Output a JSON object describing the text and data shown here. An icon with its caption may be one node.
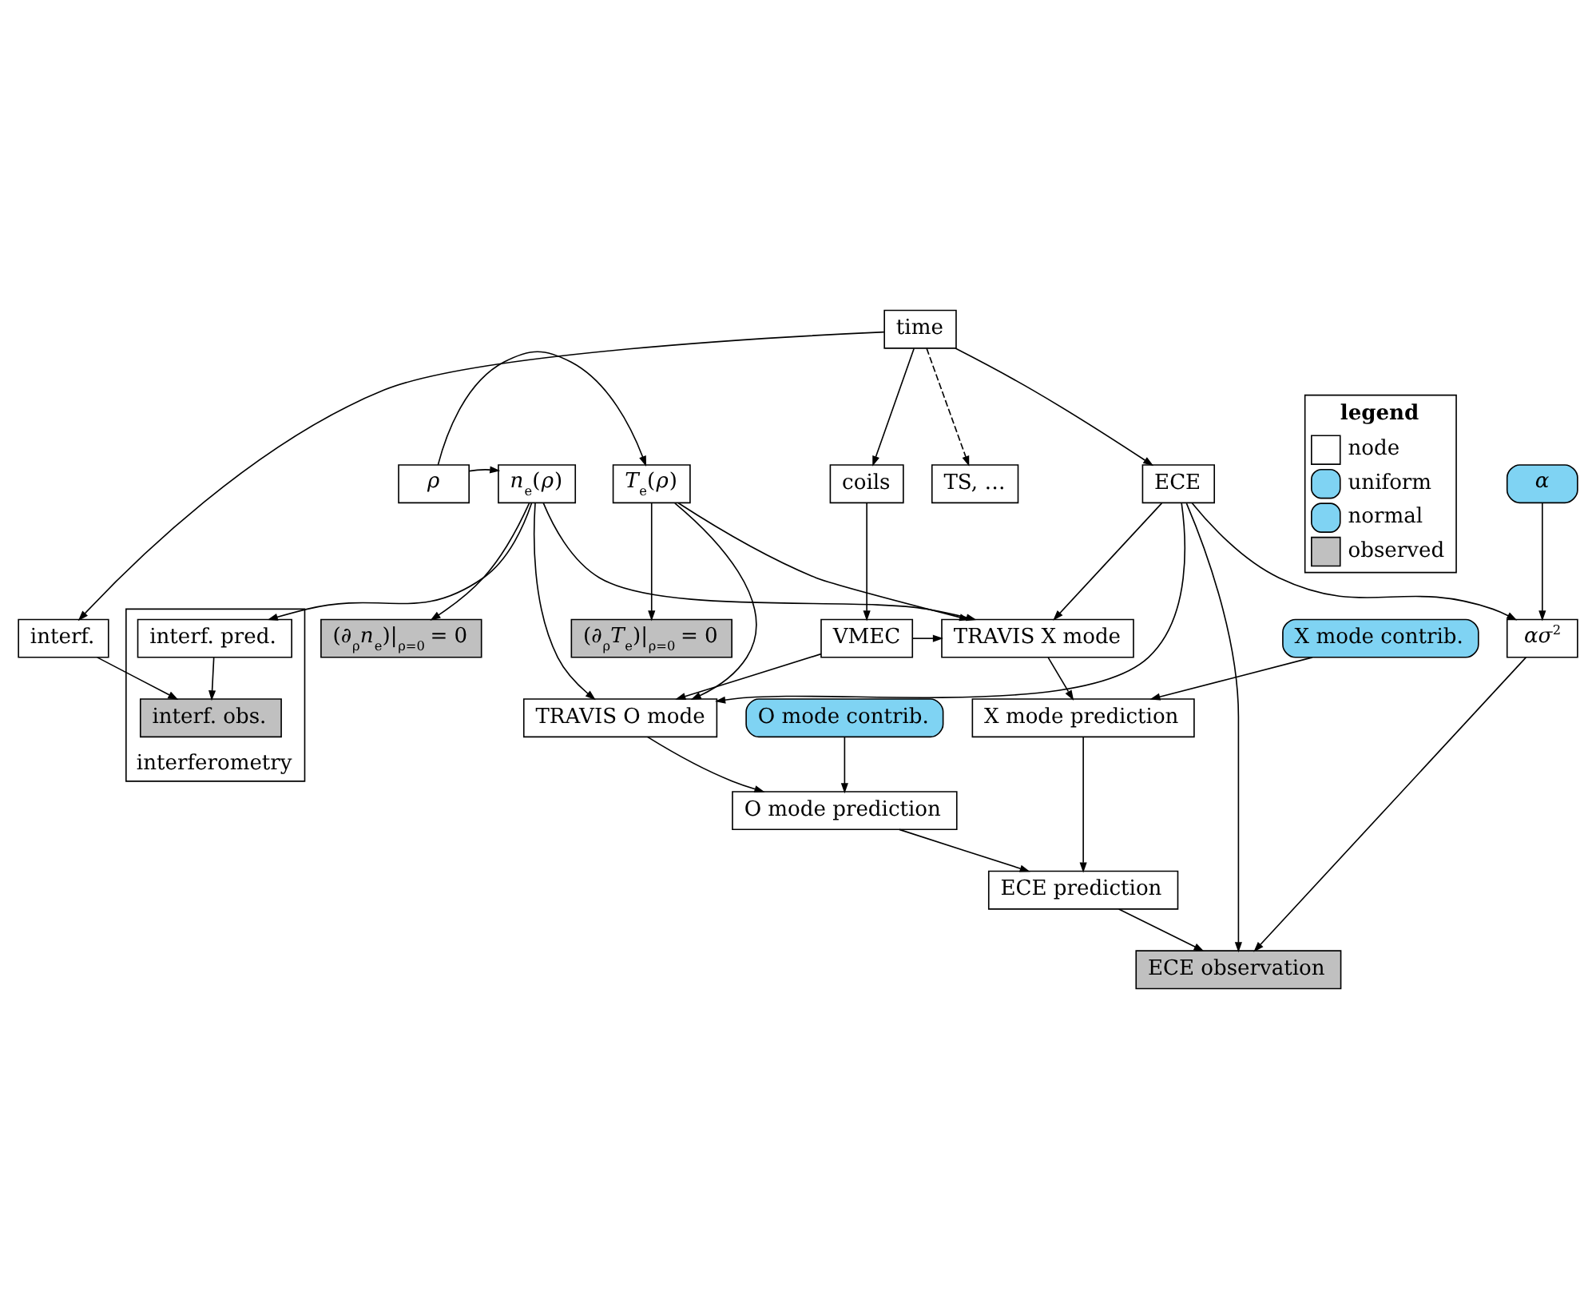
{
  "diagram": {
    "nodes": [
      {
        "text": [
          "*ρ*"
        ]
      },
      {
        "text": [
          "*T*$_{e}$(*ρ*)"
        ]
      },
      {
        "text": [
          "*n*$_{e}$(*ρ*)"
        ]
      },
      {
        "text": [
          "(∂$_{ρ}$*T*$_{e}$)|$_{ρ=0}$ = 0"
        ]
      },
      {
        "text": [
          "(∂$_{ρ}$*n*$_{e}$)|$_{ρ=0}$ = 0"
        ]
      },
      {
        "text": [
          "time"
        ]
      },
      {
        "text": [
          "ECE"
        ]
      },
      {
        "text": [
          "coils"
        ]
      },
      {
        "text": [
          "interf."
        ]
      },
      {
        "text": [
          "TS, …"
        ]
      },
      {
        "text": [
          "VMEC"
        ]
      },
      {
        "text": [
          "interferometry"
        ]
      },
      {
        "text": [
          "interf. obs."
        ],
        "in": 11
      },
      {
        "text": [
          "interf. pred."
        ],
        "in": 11
      },
      {
        "text": [
          "TRAVIS X mode"
        ]
      },
      {
        "text": [
          "TRAVIS O mode"
        ]
      },
      {
        "text": [
          "X mode contrib."
        ]
      },
      {
        "text": [
          "X mode prediction"
        ]
      },
      {
        "text": [
          "O mode prediction"
        ]
      },
      {
        "text": [
          "ECE prediction"
        ]
      },
      {
        "text": [
          "O mode contrib."
        ]
      },
      {
        "text": [
          "ECE observation"
        ]
      },
      {
        "text": [
          "*α*"
        ]
      },
      {
        "text": [
          "*ασ*$^{2}$"
        ]
      }
    ],
    "edges": [
      {
        "from": 0,
        "to": 1,
        "arrow": "to"
      },
      {
        "from": 0,
        "to": 2,
        "arrow": "to"
      },
      {
        "from": 1,
        "to": 3,
        "arrow": "to"
      },
      {
        "from": 1,
        "to": 14,
        "arrow": "to"
      },
      {
        "from": 1,
        "to": 15,
        "arrow": "to"
      },
      {
        "from": 2,
        "to": 4,
        "arrow": "to"
      },
      {
        "from": 2,
        "to": 14,
        "arrow": "to"
      },
      {
        "from": 2,
        "to": 15,
        "arrow": "to"
      },
      {
        "from": 2,
        "to": 13,
        "arrow": "to"
      },
      {
        "from": 5,
        "to": 6,
        "arrow": "to"
      },
      {
        "from": 5,
        "to": 7,
        "arrow": "to"
      },
      {
        "from": 5,
        "to": 8,
        "arrow": "to"
      },
      {
        "from": 5,
        "to": 9,
        "arrow": "to",
        "style": "dashed"
      },
      {
        "from": 7,
        "to": 10,
        "arrow": "to"
      },
      {
        "from": 8,
        "to": 12,
        "arrow": "to"
      },
      {
        "from": 13,
        "to": 12,
        "arrow": "to"
      },
      {
        "from": 6,
        "to": 14,
        "arrow": "to"
      },
      {
        "from": 6,
        "to": 15,
        "arrow": "to"
      },
      {
        "from": 10,
        "to": 14,
        "arrow": "to"
      },
      {
        "from": 10,
        "to": 15,
        "arrow": "to"
      },
      {
        "from": 6,
        "to": 21,
        "arrow": "to"
      },
      {
        "from": 6,
        "to": 23,
        "arrow": "to"
      },
      {
        "from": 14,
        "to": 17,
        "arrow": "to"
      },
      {
        "from": 15,
        "to": 18,
        "arrow": "to"
      },
      {
        "from": 16,
        "to": 17,
        "arrow": "to"
      },
      {
        "from": 17,
        "to": 19,
        "arrow": "to"
      },
      {
        "from": 18,
        "to": 19,
        "arrow": "to"
      },
      {
        "from": 20,
        "to": 18,
        "arrow": "to"
      },
      {
        "from": 19,
        "to": 21,
        "arrow": "to"
      },
      {
        "from": 22,
        "to": 23,
        "arrow": "to"
      },
      {
        "from": 23,
        "to": 21,
        "arrow": "to"
      }
    ],
    "labels": [
      "legend"
    ],
    "legend": [
      {
        "text": "node",
        "color": "#ffffff"
      },
      {
        "text": "uniform",
        "color": "#7fd3f3"
      },
      {
        "text": "normal",
        "color": "#7fd3f3"
      },
      {
        "text": "observed",
        "color": "#c0c0c0"
      }
    ]
  }
}
